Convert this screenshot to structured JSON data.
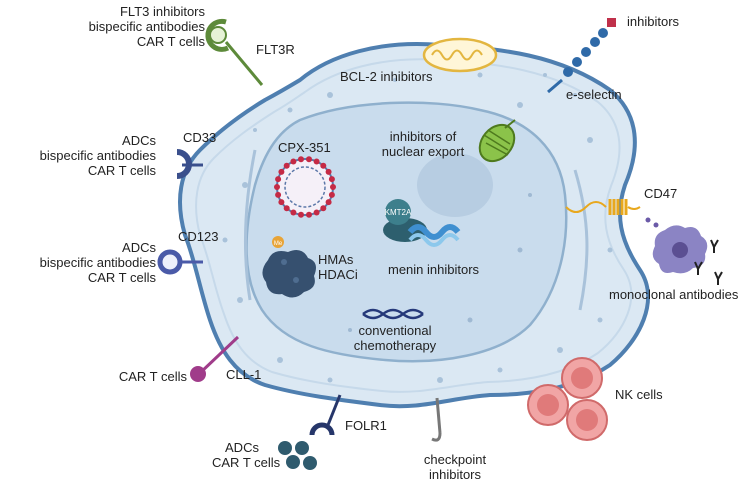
{
  "diagram": {
    "receptors": {
      "flt3r": {
        "name": "FLT3R",
        "therapies": [
          "FLT3 inhibitors",
          "bispecific antibodies",
          "CAR T cells"
        ]
      },
      "cd33": {
        "name": "CD33",
        "therapies": [
          "ADCs",
          "bispecific antibodies",
          "CAR T cells"
        ]
      },
      "cd123": {
        "name": "CD123",
        "therapies": [
          "ADCs",
          "bispecific antibodies",
          "CAR T cells"
        ]
      },
      "cll1": {
        "name": "CLL-1",
        "therapy": "CAR T cells"
      },
      "folr1": {
        "name": "FOLR1",
        "therapies": [
          "ADCs",
          "CAR T cells"
        ]
      },
      "e_selectin": {
        "name": "e-selectin",
        "therapy": "inhibitors"
      },
      "cd47": {
        "name": "CD47",
        "therapy": "monoclonal antibodies"
      },
      "checkpoint": {
        "lines": [
          "checkpoint",
          "inhibitors"
        ]
      }
    },
    "intracellular": {
      "bcl2": "BCL-2 inhibitors",
      "nuclear_export": [
        "inhibitors of",
        "nuclear export"
      ],
      "cpx": "CPX-351",
      "hma": [
        "HMAs",
        "HDACi"
      ],
      "me_badge": "Me",
      "kmt2a": "KMT2A",
      "menin": "menin inhibitors",
      "chemo": [
        "conventional",
        "chemotherapy"
      ]
    },
    "nk_cells": "NK cells",
    "colors": {
      "cytoplasm": "#dbe8f3",
      "membrane": "#4f7fb0",
      "nucleus": "#c9dced",
      "nucleus_border": "#8fb0cd",
      "flt3": "#5d8a3a",
      "cd33": "#3a4f8c",
      "cd123": "#4a5aa8",
      "cll1": "#a03c8a",
      "folr1": "#26366a",
      "eselectin": "#2f6aa8",
      "cd47": "#e8a81e",
      "nk": "#e07a7a"
    }
  }
}
